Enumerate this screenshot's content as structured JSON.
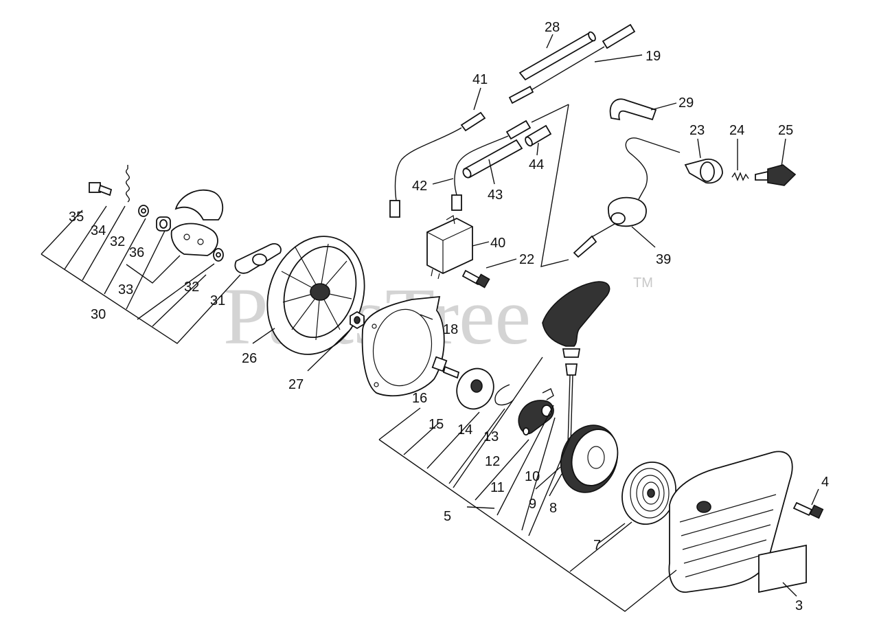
{
  "watermark": {
    "text": "PartsTree",
    "trademark": "TM"
  },
  "callouts": [
    {
      "id": "28",
      "text": "28"
    },
    {
      "id": "19",
      "text": "19"
    },
    {
      "id": "41",
      "text": "41"
    },
    {
      "id": "29",
      "text": "29"
    },
    {
      "id": "23",
      "text": "23"
    },
    {
      "id": "24",
      "text": "24"
    },
    {
      "id": "25",
      "text": "25"
    },
    {
      "id": "44",
      "text": "44"
    },
    {
      "id": "42",
      "text": "42"
    },
    {
      "id": "43",
      "text": "43"
    },
    {
      "id": "35",
      "text": "35"
    },
    {
      "id": "34",
      "text": "34"
    },
    {
      "id": "32a",
      "text": "32"
    },
    {
      "id": "36",
      "text": "36"
    },
    {
      "id": "40",
      "text": "40"
    },
    {
      "id": "22",
      "text": "22"
    },
    {
      "id": "39",
      "text": "39"
    },
    {
      "id": "33",
      "text": "33"
    },
    {
      "id": "32b",
      "text": "32"
    },
    {
      "id": "31",
      "text": "31"
    },
    {
      "id": "30",
      "text": "30"
    },
    {
      "id": "18",
      "text": "18"
    },
    {
      "id": "26",
      "text": "26"
    },
    {
      "id": "27",
      "text": "27"
    },
    {
      "id": "16",
      "text": "16"
    },
    {
      "id": "15",
      "text": "15"
    },
    {
      "id": "14",
      "text": "14"
    },
    {
      "id": "13",
      "text": "13"
    },
    {
      "id": "12",
      "text": "12"
    },
    {
      "id": "10",
      "text": "10"
    },
    {
      "id": "11",
      "text": "11"
    },
    {
      "id": "9",
      "text": "9"
    },
    {
      "id": "8",
      "text": "8"
    },
    {
      "id": "5",
      "text": "5"
    },
    {
      "id": "7",
      "text": "7"
    },
    {
      "id": "4",
      "text": "4"
    },
    {
      "id": "3",
      "text": "3"
    }
  ]
}
